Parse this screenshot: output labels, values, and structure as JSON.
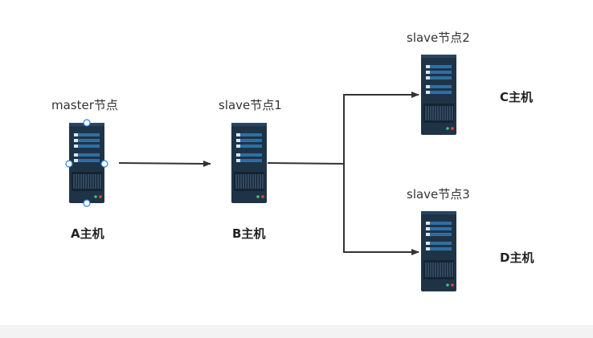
{
  "nodes": {
    "master": {
      "role_label": "master节点",
      "host_label": "A主机",
      "selected": true
    },
    "slave1": {
      "role_label": "slave节点1",
      "host_label": "B主机"
    },
    "slave2": {
      "role_label": "slave节点2",
      "host_label": "C主机"
    },
    "slave3": {
      "role_label": "slave节点3",
      "host_label": "D主机"
    }
  },
  "edges": [
    {
      "from": "master",
      "to": "slave1"
    },
    {
      "from": "slave1",
      "to": "slave2"
    },
    {
      "from": "slave1",
      "to": "slave3"
    }
  ],
  "icons": {
    "server": "server-rack-icon"
  },
  "colors": {
    "server_body": "#1f3347",
    "server_stripe": "#2e6fa3",
    "edge": "#333333",
    "selection_handle": "#2f80d8"
  }
}
